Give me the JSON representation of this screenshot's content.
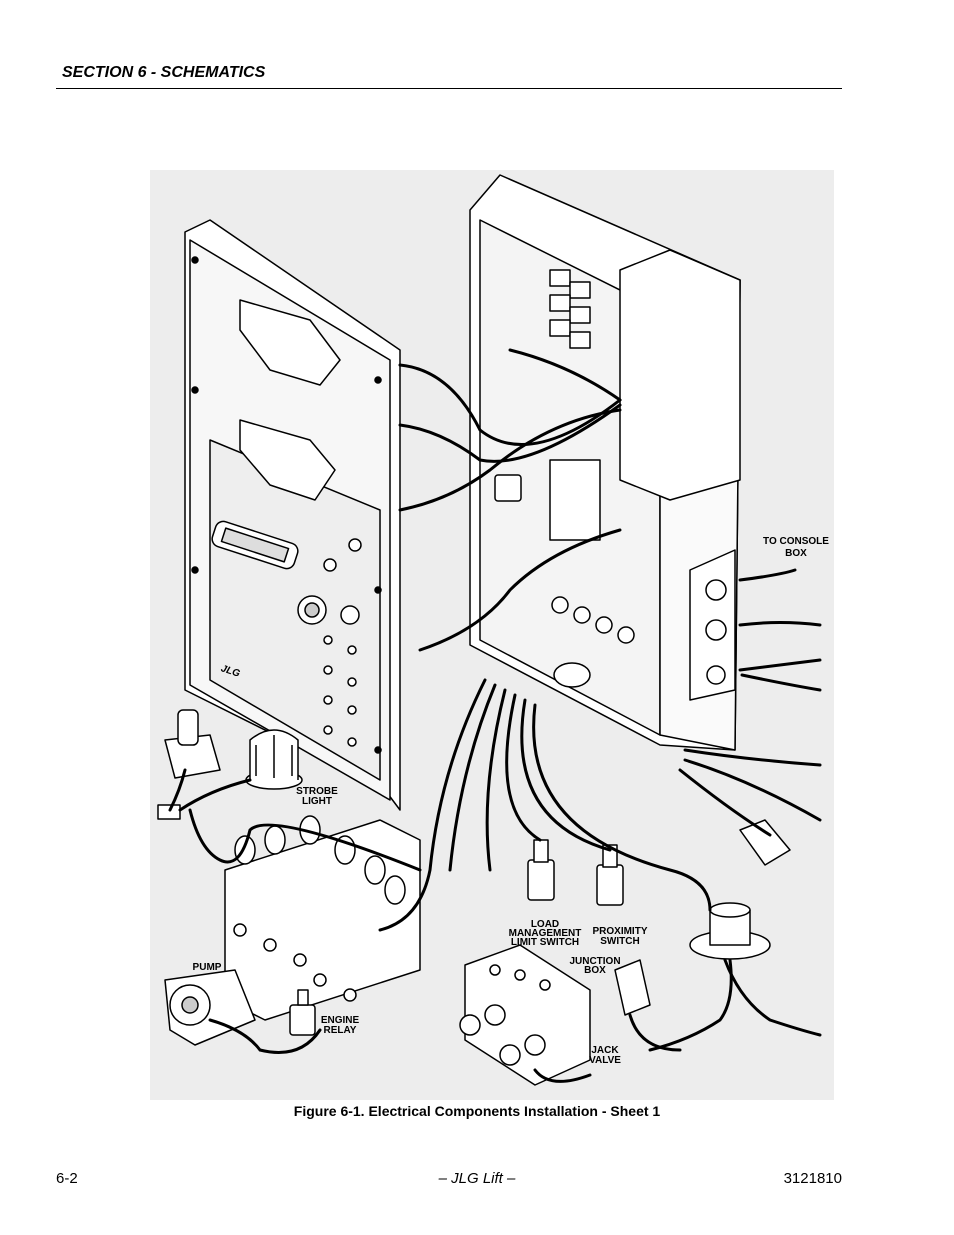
{
  "header": {
    "section_title": "SECTION 6 - SCHEMATICS"
  },
  "figure": {
    "caption": "Figure 6-1.  Electrical Components Installation - Sheet 1",
    "logo_text": "JLG",
    "labels": {
      "to_console_1": "TO CONSOLE",
      "to_console_2": "BOX",
      "strobe_1": "STROBE",
      "strobe_2": "LIGHT",
      "pump": "PUMP",
      "engine_1": "ENGINE",
      "engine_2": "RELAY",
      "load_1": "LOAD",
      "load_2": "MANAGEMENT",
      "load_3": "LIMIT SWITCH",
      "prox_1": "PROXIMITY",
      "prox_2": "SWITCH",
      "junction_1": "JUNCTION",
      "junction_2": "BOX",
      "jack_1": "JACK",
      "jack_2": "VALVE"
    }
  },
  "footer": {
    "page_number": "6-2",
    "center_text": "– JLG Lift –",
    "doc_number": "3121810"
  }
}
